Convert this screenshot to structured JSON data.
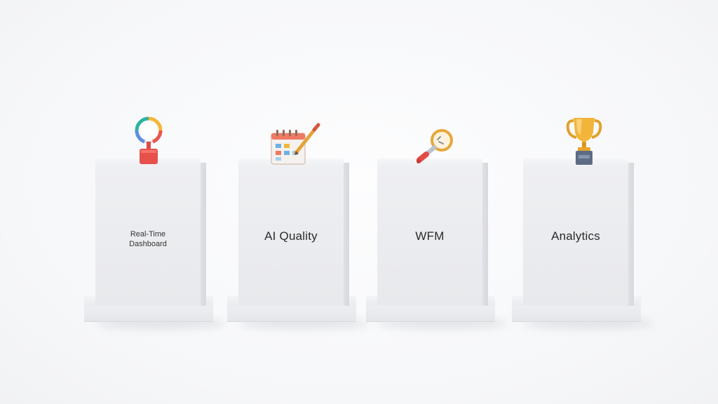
{
  "pedestals": [
    {
      "label": "Real-Time Dashboard",
      "icon": "gauge-icon"
    },
    {
      "label": "AI Quality",
      "icon": "calendar-pencil-icon"
    },
    {
      "label": "WFM",
      "icon": "magnifier-tool-icon"
    },
    {
      "label": "Analytics",
      "icon": "trophy-icon"
    }
  ],
  "colors": {
    "background": "#f6f7f9",
    "pedestal": "#eceef1",
    "text": "#2b2b2b"
  }
}
